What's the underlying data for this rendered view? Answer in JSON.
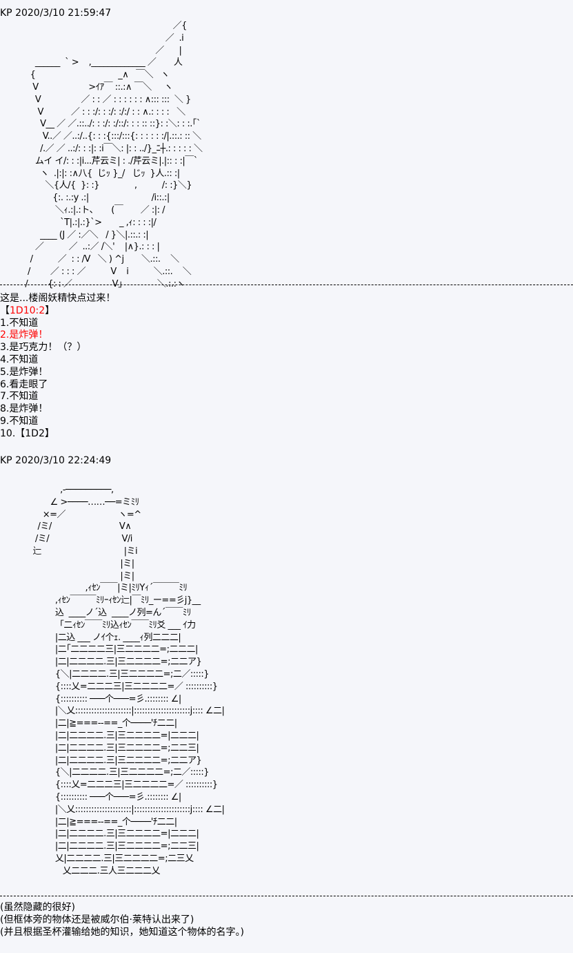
{
  "post1": {
    "header": "KP 2020/3/10 21:59:47",
    "art": [
      "                                                                     ／{",
      "                                                                  ／  .i",
      "                                                              ／      |",
      "              ______  ` >    ,_____________ ／       人",
      "            {                                 _∧   ￣＼   ヽ",
      "             V                    >ｲｱ￣ ::.:∧ ￣＼     ヽ",
      "              V                ／ : : ／ : : : : : : ∧::: :::  ＼ }",
      "               V           ／ : : :/: : :/: :/:/ : : ∧.: : : :   ＼",
      "                V__ ／ ／.::../: : :/: :/::/: : : :: ::}: :＼: : :.｢`",
      "                 V..／ ／..:/..{: : :{:::/:::{: : : : : :/|.::.: :: ＼",
      "                /.／ ／ ..:/: : :|: :i￣＼: |: : ../}_ﾆ┼.: : : : : ＼",
      "              ムイ イ/: : :|i...芹云ミ| : ./芹云ミ|.|:: : :|￣`",
      "                ヽ  .|:|: :∧八{  じｯ }_/   じｯ  }人.:: :|",
      "                  ＼{人/{  }: :}              ,          /: :}＼}",
      "                     {:. :.:y .:|                         /i::.:|",
      "                      ＼ｨ.:|.:ト､       (￣       ／ :|: /",
      "                        `T|.:|.:}`>       _ ,ｨ: : : :|/",
      "                ____ (J ／ :／＼   / }＼|.::.: :|",
      "              ／          ／  ..:／ /＼'    |∧}.: : : |",
      "            /          ／  : : /V   ＼ ) ^j       ＼.::.    ＼",
      "           /        ／ : : : ／          V    i          ＼.::.    ＼",
      "          /        {: : ／                V｣              ＼.:.:ヽ"
    ]
  },
  "post1_body": {
    "intro": "这是...楼阁妖精快点过来！",
    "roll_open": "【",
    "roll": "1D10:2",
    "roll_close": "】",
    "options": [
      "1.不知道",
      "2.是炸弹！",
      "3.是巧克力！（？）",
      "4.不知道",
      "5.是炸弹！",
      "6.看走眼了",
      "7.不知道",
      "8.是炸弹！",
      "9.不知道",
      "10.【1D2】"
    ],
    "highlight_color": "#ff0000"
  },
  "post2": {
    "header": "KP 2020/3/10 22:24:49",
    "art": [
      "                        ,-─────────,",
      "                    ∠ >────……──=ミﾐﾘ",
      "                 ×=／                     ヽ=^",
      "               /ミ/                           V∧",
      "              /ミ/                             V/i",
      "             辷                                 |ミi",
      "                                                |ミ|",
      "                                                |ミ|",
      "                                  ,ｨｾﾝ￣￣|ミ|ﾐﾘYｨ´￣￣￣ﾐﾘ",
      "                      ,ｨｾﾝ￣￣￣ﾐﾘｰｨｾﾝ辷|￣ﾐﾘ_ー==彡j}__",
      "                      込  ____ノ´込  ____ノ列=ん´￣￣ﾐﾘ",
      "                      「二ｨｾﾝ￣￣ﾐﾘ込ｨｾﾝ￣￣ﾐﾘ爻 ___ ｲ力",
      "                      |二込 ___ ノｲ个ｪ. ____ｨ列二二二|",
      "                      |二｢二二二二三|三二二二二=;二二二|",
      "                      |二|二二二二.三|三二二二二=;二二ア}",
      "                      {＼|二二二二.三|三二二二二=;二／:::::}",
      "                      {::::乂=二二二三|三二二二二=／ ::::::::::}",
      "                      {:::::::::: ───个───=彡.:::::::: ∠|",
      "                      |＼乂:::::::::::::::::::::|:::::::::::::::::::::j:::: ∠二|",
      "                      |二|≧===--==_个────'ﾁ二二|",
      "                      |二|二二二二.三|三二二二二=|二二二|",
      "                      |二|二二二二.三|三二二二二=;二二三|",
      "                      |二|二二二二.三|三二二二二=;二二ア}",
      "                      {＼|二二二二.三|三二二二二=;二／:::::}",
      "                      {::::乂=二二二三|三二二二二=／ ::::::::::}",
      "                      {:::::::::: ───个───=彡.:::::::: ∠|",
      "                      |＼乂:::::::::::::::::::::|:::::::::::::::::::::j:::: ∠二|",
      "                      |二|≧===--==_个────'ﾁ二二|",
      "                      |二|二二二二.三|三二二二二=|二二二|",
      "                      |二|二二二二.三|三二二二二=;二二三|",
      "                      乂|二二二二.三|三二二二二=;二三乂",
      "                         乂二二二.三人三二二二乂"
    ]
  },
  "post2_body": {
    "lines": [
      "(虽然隐藏的很好)",
      "(但框体旁的物体还是被威尔伯·莱特认出来了)",
      "(并且根据圣杯灌输给她的知识，她知道这个物体的名字。)"
    ]
  }
}
